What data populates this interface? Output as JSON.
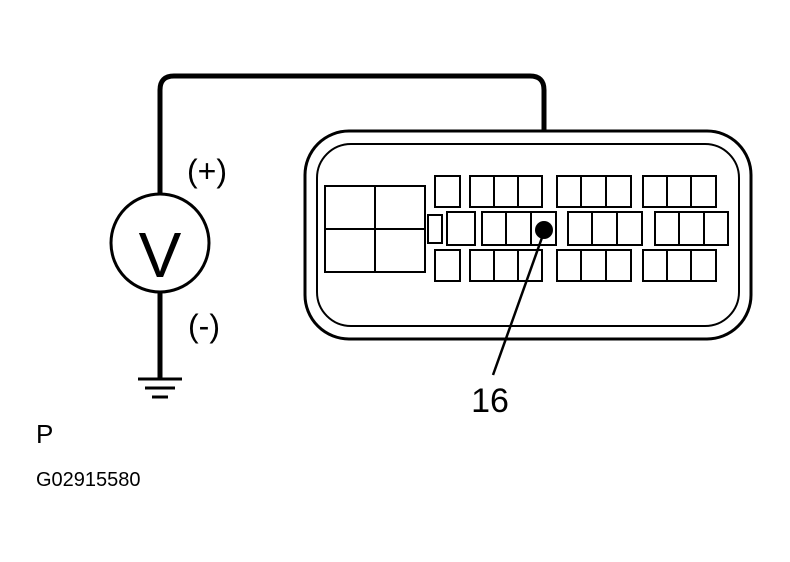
{
  "meter": {
    "symbol": "V",
    "positive_label": "(+)",
    "negative_label": "(-)"
  },
  "connector": {
    "pin_label": "16"
  },
  "view_label": "P",
  "figure_id": "G02915580"
}
